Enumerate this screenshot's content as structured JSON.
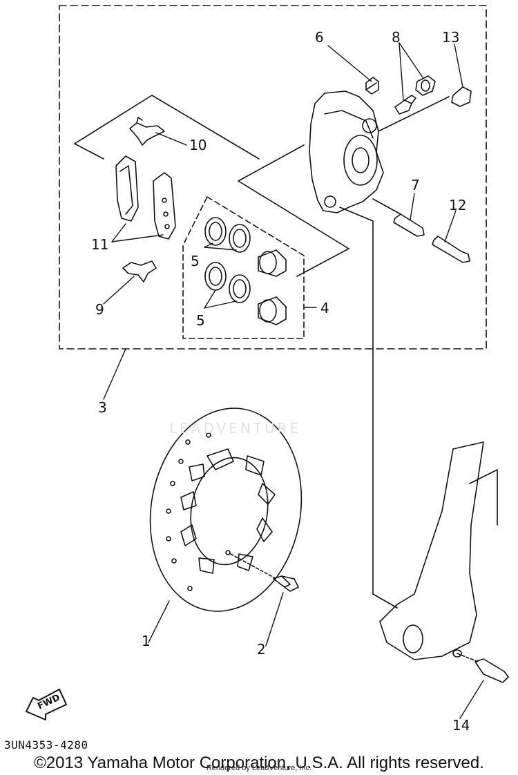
{
  "diagram": {
    "callouts": {
      "c1": "1",
      "c2": "2",
      "c3": "3",
      "c4": "4",
      "c5a": "5",
      "c5b": "5",
      "c6": "6",
      "c7": "7",
      "c8": "8",
      "c9": "9",
      "c10": "10",
      "c11": "11",
      "c12": "12",
      "c13": "13",
      "c14": "14"
    },
    "fwd_label": "FWD",
    "part_number": "3UN4353-4280"
  },
  "footer": {
    "copyright": "©2013 Yamaha Motor Corporation, U.S.A. All rights reserved.",
    "rendered_by": "Rendered by LeadVenture, Inc."
  },
  "watermark": {
    "text": "LEADVENTURE"
  },
  "colors": {
    "line": "#111111",
    "watermark": "#e3e3e3",
    "background": "#ffffff"
  }
}
